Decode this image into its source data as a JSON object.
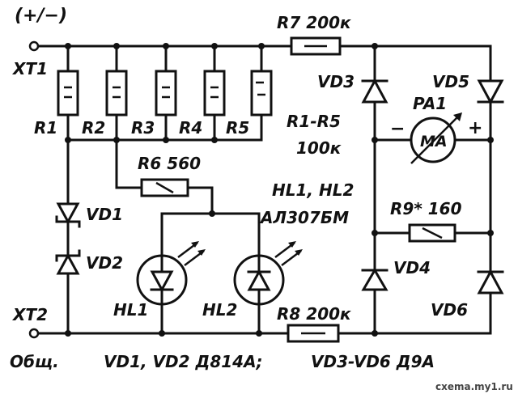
{
  "diagram": {
    "terminals": {
      "polarity": "(+/−)",
      "xt1": "XT1",
      "xt2": "XT2",
      "common": "Общ."
    },
    "resistors": {
      "r1": "R1",
      "r2": "R2",
      "r3": "R3",
      "r4": "R4",
      "r5": "R5",
      "r1_r5_range": "R1-R5",
      "r1_r5_value": "100к",
      "r6": "R6 560",
      "r7": "R7 200к",
      "r8": "R8 200к",
      "r9": "R9* 160"
    },
    "diodes": {
      "vd1": "VD1",
      "vd2": "VD2",
      "vd3": "VD3",
      "vd4": "VD4",
      "vd5": "VD5",
      "vd6": "VD6"
    },
    "leds": {
      "hl1": "HL1",
      "hl2": "HL2",
      "group": "HL1, HL2",
      "type": "АЛ307БМ"
    },
    "meter": {
      "ref": "PA1",
      "unit": "MA",
      "minus": "−",
      "plus": "+"
    },
    "notes": {
      "vd1_vd2": "VD1, VD2 Д814А;",
      "vd3_vd6": "VD3-VD6  Д9А"
    },
    "watermark": "cxema.my1.ru",
    "colors": {
      "ink": "#111111",
      "background": "#ffffff"
    }
  }
}
